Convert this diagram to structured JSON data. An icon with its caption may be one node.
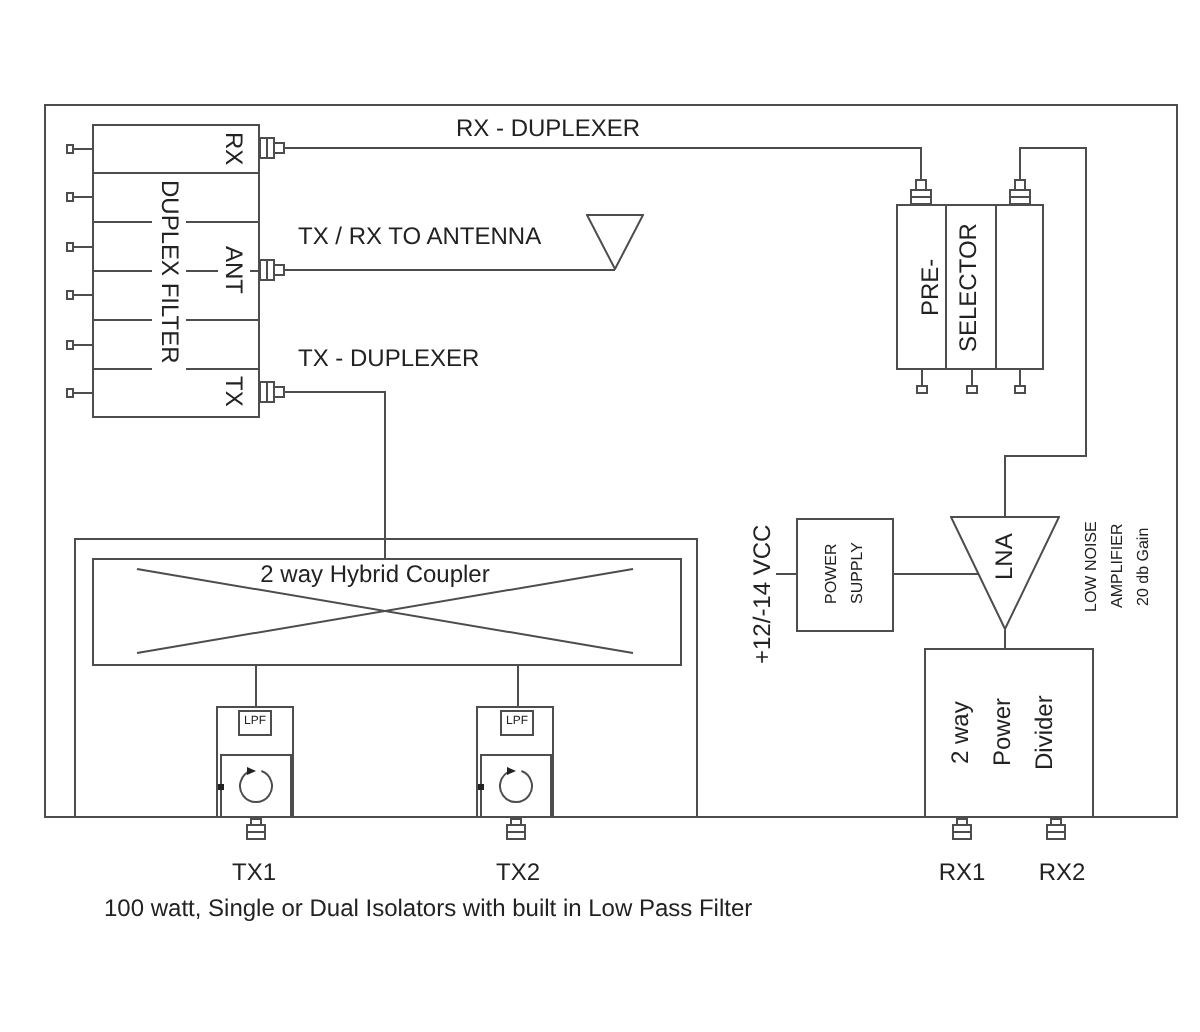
{
  "diagram": {
    "caption": "100 watt, Single or Dual Isolators with built in Low Pass Filter",
    "nodes": [
      {
        "text": [
          "DUPLEX FILTER",
          "RX",
          "ANT",
          "TX"
        ]
      },
      {
        "text": [],
        "shape": "triangle"
      },
      {
        "text": [
          "PRE- SELECTOR"
        ]
      },
      {
        "text": [
          "+12/-14 VCC"
        ]
      },
      {
        "text": [
          "POWER SUPPLY"
        ]
      },
      {
        "text": [
          "LNA"
        ],
        "beside": [
          "LOW NOISE AMPLIFIER 20 db Gain"
        ]
      },
      {
        "text": [],
        "shape": "box"
      },
      {
        "text": [
          "2 way Hybrid Coupler"
        ],
        "in": 6
      },
      {
        "text": [
          "2 way Power Divider"
        ]
      },
      {
        "text": [],
        "shape": "box",
        "in": 6
      },
      {
        "text": [
          "LPF"
        ],
        "in": 9
      },
      {
        "text": [],
        "shape": "box",
        "in": 9
      },
      {
        "text": [],
        "shape": "box",
        "in": 6
      },
      {
        "text": [
          "LPF"
        ],
        "in": 12
      },
      {
        "text": [],
        "shape": "box",
        "in": 12
      }
    ],
    "edges": [
      {
        "from": 0,
        "to": 2,
        "arrow": "other",
        "label": "RX - DUPLEXER"
      },
      {
        "from": 0,
        "to": 1,
        "arrow": "other",
        "label": "TX / RX TO ANTENNA"
      },
      {
        "from": 0,
        "to": 7,
        "arrow": "other",
        "label": "TX - DUPLEXER"
      },
      {
        "from": 2,
        "to": 5,
        "arrow": "other"
      },
      {
        "from": 3,
        "to": 4,
        "arrow": "none"
      },
      {
        "from": 4,
        "to": 5,
        "arrow": "none"
      },
      {
        "from": 5,
        "to": 8,
        "arrow": "none"
      },
      {
        "from": 7,
        "to": 9,
        "arrow": "none"
      },
      {
        "from": 7,
        "to": 12,
        "arrow": "none"
      }
    ],
    "labels": [
      "TX1",
      "TX2",
      "RX1",
      "RX2"
    ]
  }
}
